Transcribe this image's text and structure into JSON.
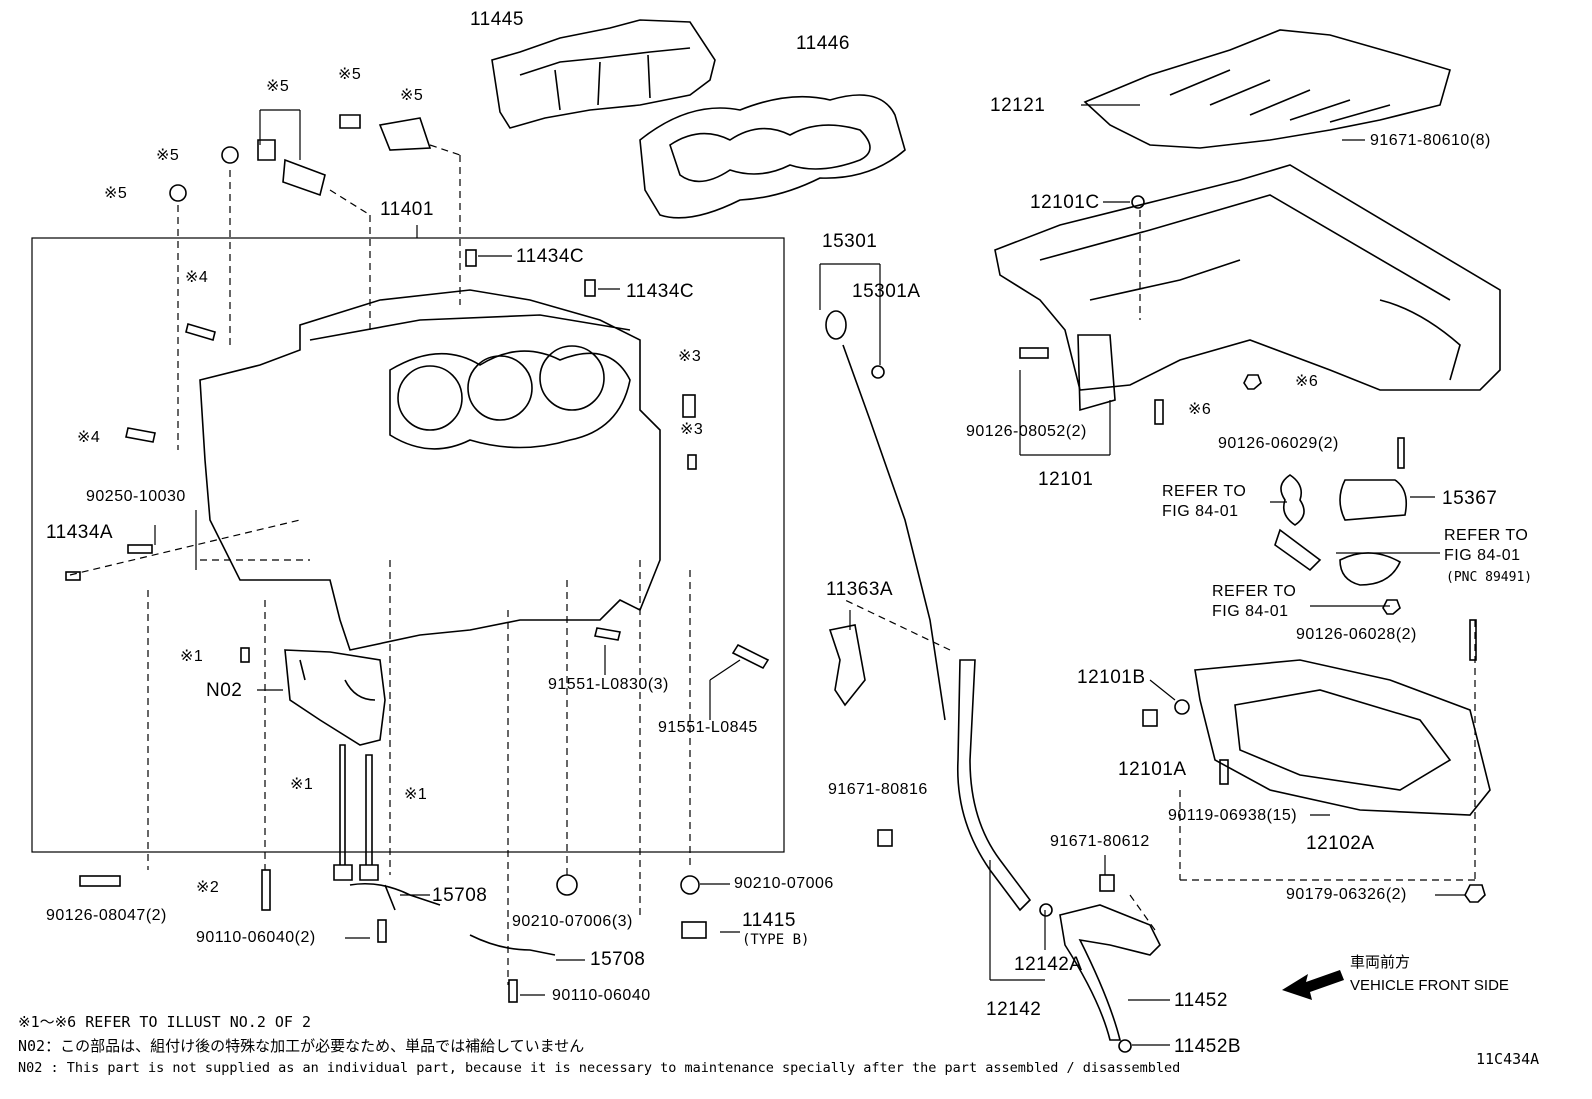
{
  "labels": {
    "p11445": "11445",
    "p11446": "11446",
    "p12121": "12121",
    "p91671_80610": "91671-80610(8)",
    "p12101C": "12101C",
    "p15301": "15301",
    "p15301A": "15301A",
    "p11401": "11401",
    "p11434C_1": "11434C",
    "p11434C_2": "11434C",
    "p90126_08052": "90126-08052(2)",
    "p12101": "12101",
    "x6a": "※6",
    "x6b": "※6",
    "p90126_06029": "90126-06029(2)",
    "p15367": "15367",
    "refer1": "REFER TO",
    "fig1": "FIG 84-01",
    "refer2": "REFER TO",
    "fig2": "FIG 84-01",
    "pnc": "(PNC 89491)",
    "refer3": "REFER TO",
    "fig3": "FIG 84-01",
    "p90126_06028": "90126-06028(2)",
    "p12101B": "12101B",
    "p12101A": "12101A",
    "p90119_06938": "90119-06938(15)",
    "p12102A": "12102A",
    "p90179_06326": "90179-06326(2)",
    "p11363A": "11363A",
    "p91671_80816": "91671-80816",
    "p91671_80612": "91671-80612",
    "p12142A": "12142A",
    "p12142": "12142",
    "p11452": "11452",
    "p11452B": "11452B",
    "x5a": "※5",
    "x5b": "※5",
    "x5c": "※5",
    "x5d": "※5",
    "x5e": "※5",
    "x4a": "※4",
    "x4b": "※4",
    "x3a": "※3",
    "x3b": "※3",
    "x1a": "※1",
    "x1b": "※1",
    "x1c": "※1",
    "x2": "※2",
    "p90250_10030": "90250-10030",
    "p11434A": "11434A",
    "pN02": "N02",
    "p91551_L0830": "91551-L0830(3)",
    "p91551_L0845": "91551-L0845",
    "p90126_08047": "90126-08047(2)",
    "p90110_06040_2": "90110-06040(2)",
    "p15708a": "15708",
    "p90210_07006_3": "90210-07006(3)",
    "p90210_07006": "90210-07006",
    "p11415": "11415",
    "typeB": "(TYPE B)",
    "p15708b": "15708",
    "p90110_06040": "90110-06040",
    "front_jp": "車両前方",
    "front_en": "VEHICLE FRONT SIDE",
    "note1": "※1～※6 REFER TO ILLUST NO.2 OF 2",
    "note2": "N02：この部品は、組付け後の特殊な加工が必要なため、単品では補給していません",
    "note3": "N02 : This part is not supplied as an individual part, because it is necessary to maintenance specially after the part assembled / disassembled",
    "code": "11C434A"
  }
}
